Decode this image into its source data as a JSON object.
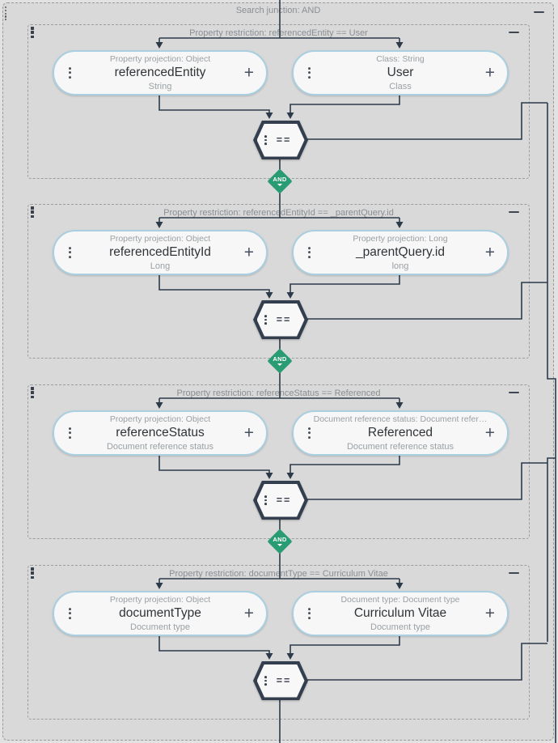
{
  "junction": {
    "title": "Search junction: AND"
  },
  "groups": [
    {
      "title": "Property restriction: referencedEntity == User",
      "left_pill": {
        "top": "Property projection: Object",
        "main": "referencedEntity",
        "sub": "String"
      },
      "right_pill": {
        "top": "Class: String",
        "main": "User",
        "sub": "Class"
      },
      "operator": "==",
      "connector": "AND"
    },
    {
      "title": "Property restriction: referencedEntityId == _parentQuery.id",
      "left_pill": {
        "top": "Property projection: Object",
        "main": "referencedEntityId",
        "sub": "Long"
      },
      "right_pill": {
        "top": "Property projection: Long",
        "main": "_parentQuery.id",
        "sub": "long"
      },
      "operator": "==",
      "connector": "AND"
    },
    {
      "title": "Property restriction: referenceStatus == Referenced",
      "left_pill": {
        "top": "Property projection: Object",
        "main": "referenceStatus",
        "sub": "Document reference status"
      },
      "right_pill": {
        "top": "Document reference status: Document refer…",
        "main": "Referenced",
        "sub": "Document reference status"
      },
      "operator": "==",
      "connector": "AND"
    },
    {
      "title": "Property restriction: documentType == Curriculum Vitae",
      "left_pill": {
        "top": "Property projection: Object",
        "main": "documentType",
        "sub": "Document type"
      },
      "right_pill": {
        "top": "Document type: Document type",
        "main": "Curriculum Vitae",
        "sub": "Document type"
      },
      "operator": "==",
      "connector": null
    }
  ],
  "icons": {
    "add": "+"
  },
  "colors": {
    "canvas": "#d9d9d9",
    "wire": "#2c3a4a",
    "connector_and": "#2a9c74",
    "pill_border": "#a9cfe0",
    "node_fill": "#f7f7f7",
    "hexagon_border": "#333e4e"
  }
}
